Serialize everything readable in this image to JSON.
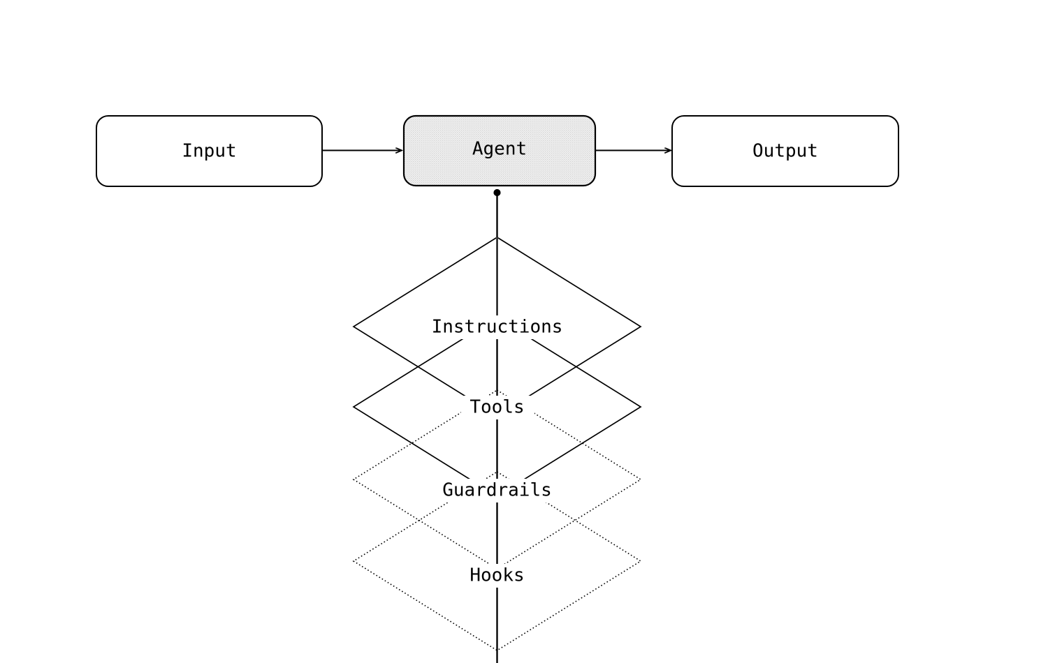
{
  "diagram": {
    "type": "agent-architecture-flow",
    "background_color": "#ffffff",
    "stroke_color": "#000000",
    "agent_fill_color": "#ededed",
    "agent_stipple_color": "#d4d4d4",
    "flow": {
      "input": {
        "label": "Input",
        "shape": "rounded-rectangle",
        "fill": "#ffffff"
      },
      "agent": {
        "label": "Agent",
        "shape": "rounded-rectangle",
        "fill": "#ededed",
        "pattern": "stipple-dots"
      },
      "output": {
        "label": "Output",
        "shape": "rounded-rectangle",
        "fill": "#ffffff"
      },
      "arrows": [
        {
          "from": "Input",
          "to": "Agent",
          "style": "solid-arrow"
        },
        {
          "from": "Agent",
          "to": "Output",
          "style": "solid-arrow"
        }
      ]
    },
    "stack": {
      "connector_from": "Agent",
      "connector_style": "vertical-line-with-dot",
      "layers": [
        {
          "label": "Instructions",
          "shape": "diamond",
          "stroke_style": "solid"
        },
        {
          "label": "Tools",
          "shape": "diamond",
          "stroke_style": "solid"
        },
        {
          "label": "Guardrails",
          "shape": "diamond",
          "stroke_style": "dotted"
        },
        {
          "label": "Hooks",
          "shape": "diamond",
          "stroke_style": "dotted"
        }
      ]
    }
  }
}
